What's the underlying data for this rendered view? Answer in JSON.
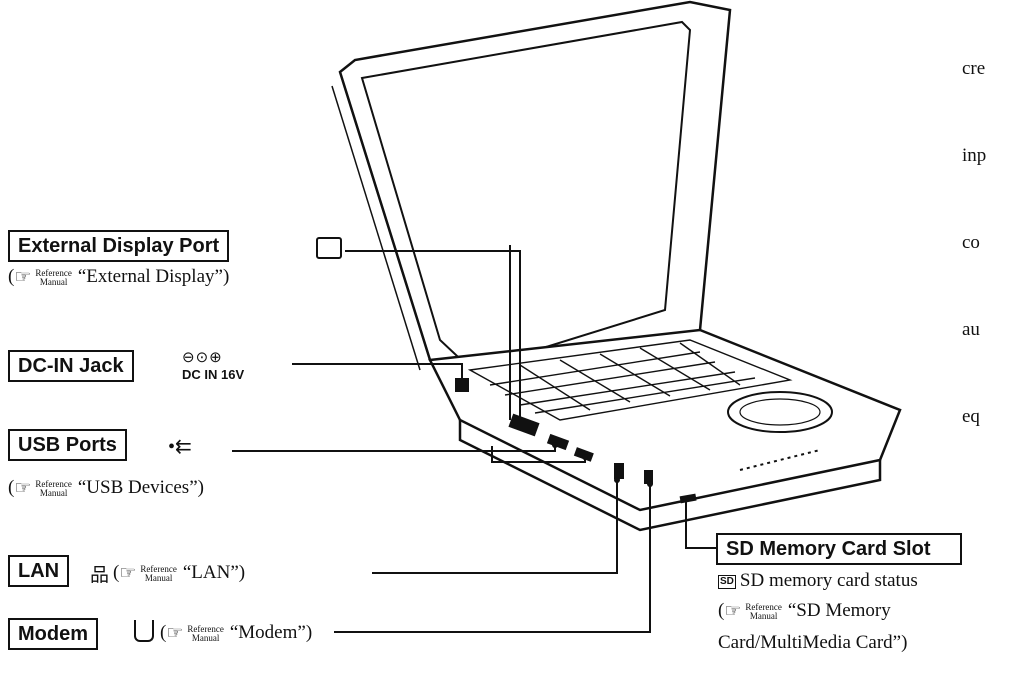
{
  "side_text": [
    "cre",
    "inp",
    "co",
    "au",
    "eq"
  ],
  "ref_word": "Reference",
  "manual_word": "Manual",
  "ports": {
    "external_display": {
      "label": "External Display Port",
      "ref": "“External Display”)"
    },
    "dc_in": {
      "label": "DC-IN Jack",
      "sub": "DC IN 16V"
    },
    "usb": {
      "label": "USB Ports",
      "ref": "“USB Devices”)"
    },
    "lan": {
      "label": "LAN",
      "ref": "“LAN”)"
    },
    "modem": {
      "label": "Modem",
      "ref": "“Modem”)"
    },
    "sd": {
      "label": "SD Memory Card Slot",
      "status_badge": "SD",
      "status": "SD memory card status",
      "ref1": "“SD Memory",
      "ref2": "Card/MultiMedia Card”)"
    }
  }
}
